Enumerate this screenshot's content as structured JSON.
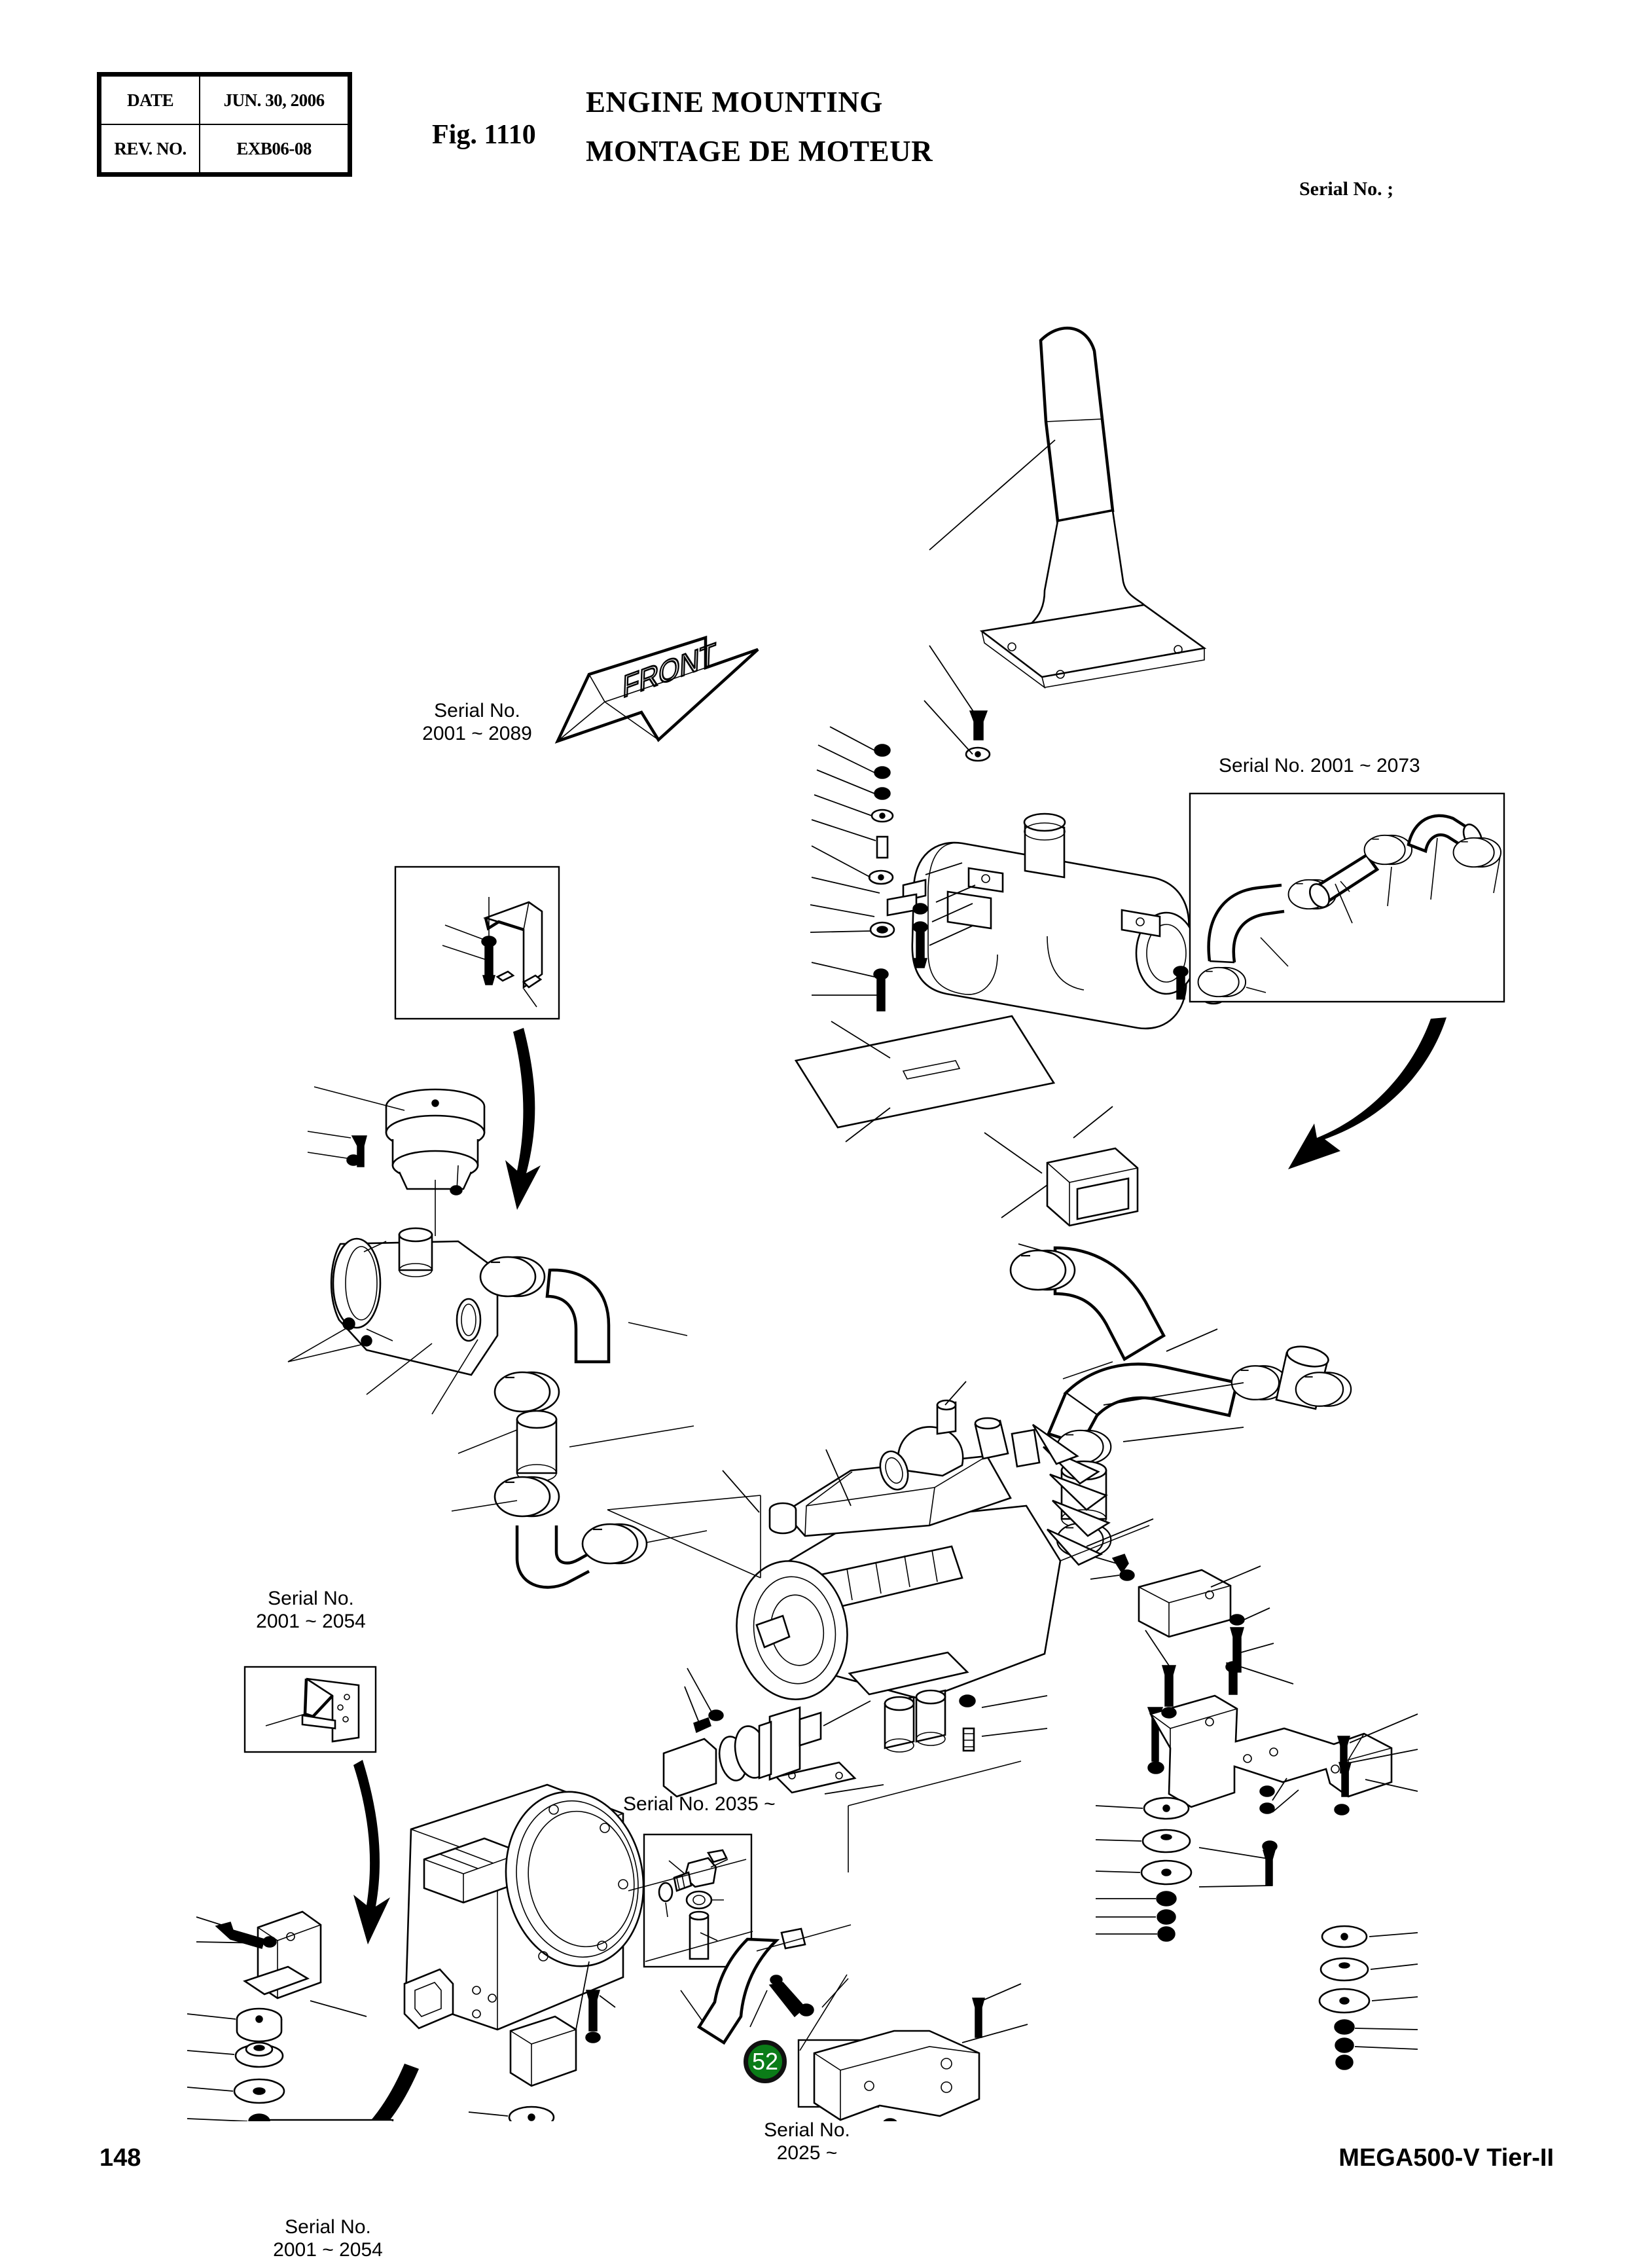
{
  "header": {
    "meta_rows": [
      {
        "key": "DATE",
        "value": "JUN. 30, 2006"
      },
      {
        "key": "REV. NO.",
        "value": "EXB06-08"
      }
    ],
    "figure_number": "Fig. 1110",
    "title_en": "ENGINE MOUNTING",
    "title_fr": "MONTAGE DE MOTEUR",
    "serial_note": "Serial No. ;"
  },
  "figure": {
    "direction_arrow_label": "FRONT",
    "callouts": [
      {
        "id": "air-intake-bracket",
        "text": "Serial No.\n2001 ~ 2089"
      },
      {
        "id": "turbo-hose-kit",
        "text": "Serial No. 2001 ~ 2073"
      },
      {
        "id": "front-mount-bracket",
        "text": "Serial No.\n2001 ~ 2054"
      },
      {
        "id": "drain-valve",
        "text": "Serial No. 2035 ~"
      },
      {
        "id": "rear-mount-bracket",
        "text": "Serial No.\n2001 ~ 2054"
      },
      {
        "id": "breather-hose",
        "text": "Serial No.\n2025 ~"
      }
    ],
    "item_badges": [
      {
        "number": "52",
        "color": "#0b7c18",
        "text_color": "#ffffff"
      }
    ]
  },
  "footer": {
    "page_number": "148",
    "model": "MEGA500-V Tier-II"
  }
}
